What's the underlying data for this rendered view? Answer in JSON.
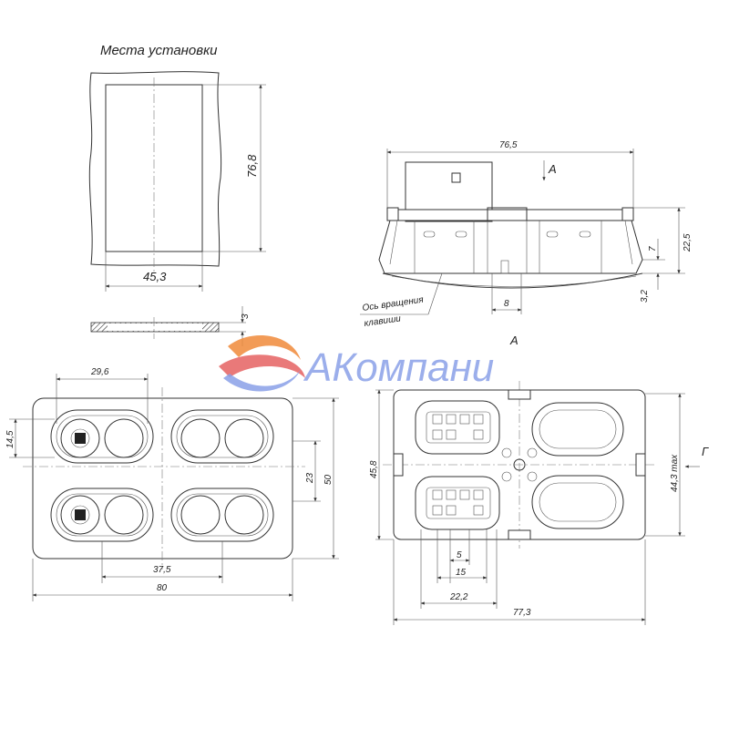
{
  "installation": {
    "title": "Места установки",
    "dim_height": "76,8",
    "dim_width": "45,3",
    "dim_thickness": "3"
  },
  "side_view": {
    "dim_width": "76,5",
    "dim_height": "22,5",
    "dim_7": "7",
    "dim_32": "3,2",
    "dim_8": "8",
    "view_label": "А",
    "axis_note_line1": "Ось вращения",
    "axis_note_line2": "клавиши"
  },
  "front_view": {
    "dim_pitch": "29,6",
    "dim_14": "14,5",
    "dim_23": "23",
    "dim_50": "50",
    "dim_375": "37,5",
    "dim_80": "80"
  },
  "view_a": {
    "label": "А",
    "dim_458": "45,8",
    "dim_443": "44,3 max",
    "dim_5": "5",
    "dim_15": "15",
    "dim_222": "22,2",
    "dim_773": "77,3",
    "arrow_label": "Г"
  },
  "watermark": {
    "text": "АКомпани",
    "colors": {
      "blue": "#8aa0e8",
      "orange": "#f08a3a",
      "red": "#e04040"
    }
  }
}
